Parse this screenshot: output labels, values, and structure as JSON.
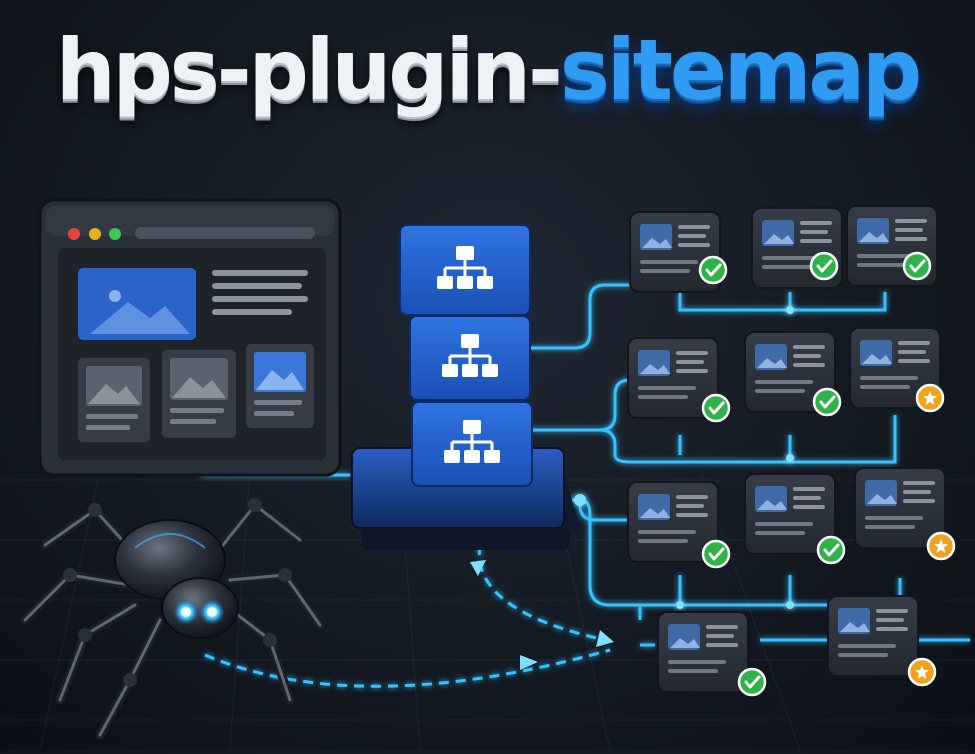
{
  "title": {
    "part1": "hps-plugin-",
    "part2": "sitemap"
  },
  "colors": {
    "accent": "#2f9bf2",
    "glow": "#35c2ff",
    "server": "#1f62d0",
    "check": "#2db34a",
    "star": "#f2a21c",
    "card": "#2b313a"
  },
  "icons": {
    "browser": "browser-window-icon",
    "server": "sitemap-server-icon",
    "crawler": "spider-robot-icon",
    "indexed": "check-badge-icon",
    "priority": "star-badge-icon"
  },
  "pages": [
    {
      "row": 1,
      "status": "check"
    },
    {
      "row": 1,
      "status": "check"
    },
    {
      "row": 1,
      "status": "check"
    },
    {
      "row": 2,
      "status": "check"
    },
    {
      "row": 2,
      "status": "check"
    },
    {
      "row": 2,
      "status": "star"
    },
    {
      "row": 3,
      "status": "check"
    },
    {
      "row": 3,
      "status": "check"
    },
    {
      "row": 3,
      "status": "star"
    },
    {
      "row": 4,
      "status": "check"
    },
    {
      "row": 4,
      "status": "star"
    }
  ]
}
